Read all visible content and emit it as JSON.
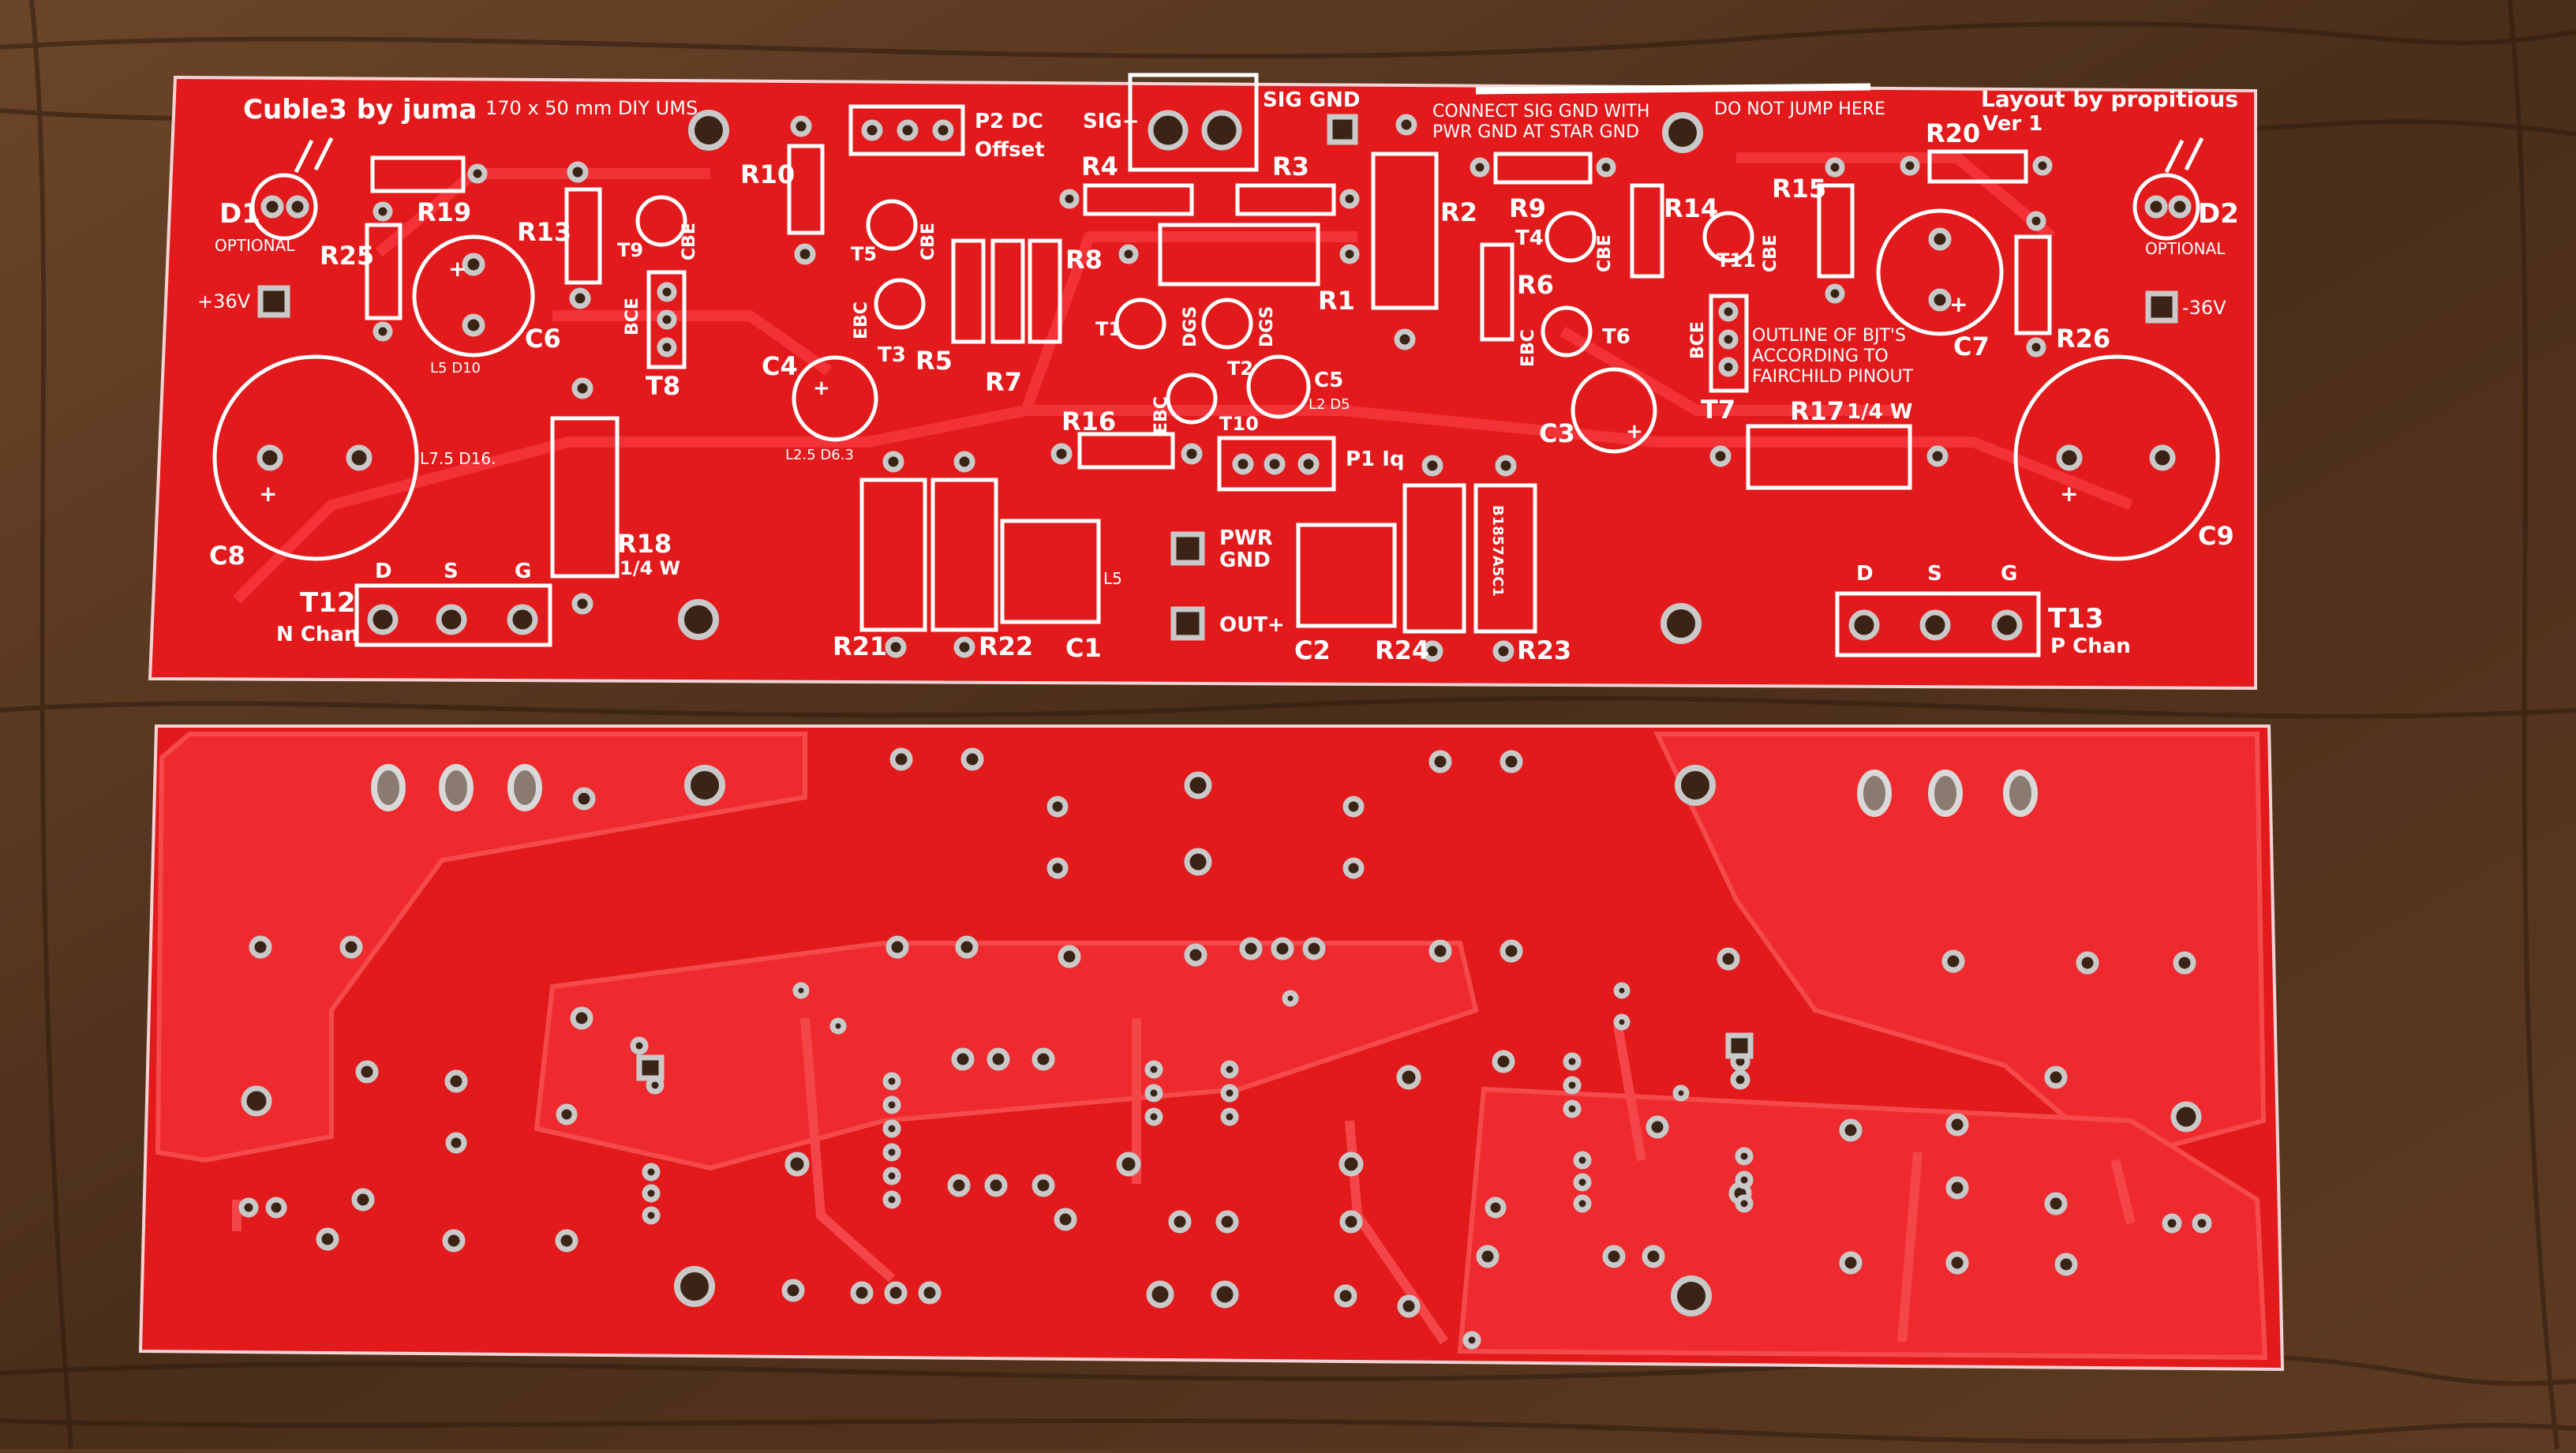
{
  "colors": {
    "board": "#e21a1c",
    "board_dark": "#c51214",
    "trace": "#f03034",
    "silk": "#ffffff",
    "pad": "#c9c9c9",
    "wood_light": "#7a5434",
    "wood_dark": "#3e2616"
  },
  "top_board": {
    "title": "Cuble3 by juma",
    "size": "170 x 50 mm DIY UMS",
    "credit_line1": "Layout by propitious",
    "credit_line2": "Ver 1",
    "note_sig_gnd_1": "CONNECT SIG GND WITH",
    "note_sig_gnd_2": "PWR GND AT STAR GND",
    "note_jump": "DO NOT JUMP HERE",
    "note_bjt_1": "OUTLINE OF BJT'S",
    "note_bjt_2": "ACCORDING TO",
    "note_bjt_3": "FAIRCHILD PINOUT",
    "labels": {
      "d1": "D1",
      "d2": "D2",
      "optional_left": "OPTIONAL",
      "optional_right": "OPTIONAL",
      "plus36": "+36V",
      "minus36": "-36V",
      "r1": "R1",
      "r2": "R2",
      "r3": "R3",
      "r4": "R4",
      "r5": "R5",
      "r6": "R6",
      "r7": "R7",
      "r8": "R8",
      "r9": "R9",
      "r10": "R10",
      "r13": "R13",
      "r14": "R14",
      "r15": "R15",
      "r16": "R16",
      "r17": "R17",
      "r17_spec": "1/4 W",
      "r18": "R18",
      "r18_spec": "1/4 W",
      "r19": "R19",
      "r20": "R20",
      "r21": "R21",
      "r22": "R22",
      "r23": "R23",
      "r24": "R24",
      "r25": "R25",
      "r26": "R26",
      "c1": "C1",
      "c2": "C2",
      "c3": "C3",
      "c4": "C4",
      "c5": "C5",
      "c6": "C6",
      "c7": "C7",
      "c8": "C8",
      "c9": "C9",
      "t1": "T1",
      "t2": "T2",
      "t3": "T3",
      "t4": "T4",
      "t5": "T5",
      "t6": "T6",
      "t7": "T7",
      "t8": "T8",
      "t9": "T9",
      "t10": "T10",
      "t11": "T11",
      "t12": "T12",
      "t13": "T13",
      "n_chan": "N Chan",
      "p_chan": "P Chan",
      "d_left": "D",
      "s_left": "S",
      "g_left": "G",
      "d_right": "D",
      "s_right": "S",
      "g_right": "G",
      "sig_plus": "SIG+",
      "sig_gnd": "SIG GND",
      "p2_dc": "P2 DC",
      "offset": "Offset",
      "p1_iq": "P1 Iq",
      "pwr": "PWR",
      "gnd": "GND",
      "out_plus": "OUT+",
      "l5": "L5",
      "cbe": "CBE",
      "ebc": "EBC",
      "bce": "BCE",
      "dgs": "DGS",
      "l5_d10": "L5 D10",
      "l2_5_d6_3": "L2.5 D6.3",
      "l7_5_d16": "L7.5 D16.",
      "l2_d5": "L2 D5",
      "part_code": "B1857A5C1",
      "plus": "+"
    }
  }
}
